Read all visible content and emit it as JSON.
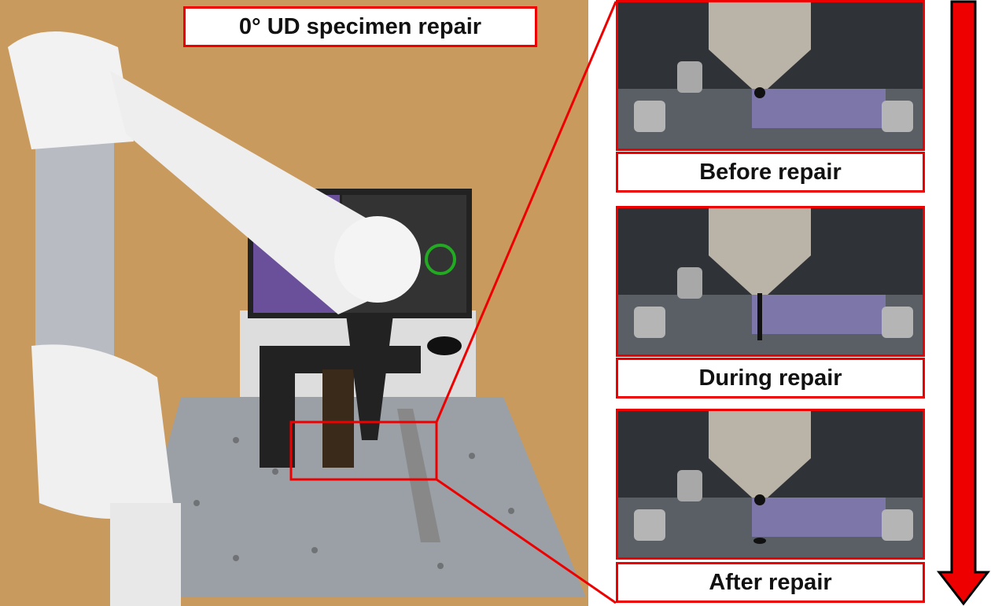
{
  "title": "0° UD specimen repair",
  "stages": [
    {
      "label": "Before repair"
    },
    {
      "label": "During repair"
    },
    {
      "label": "After repair"
    }
  ],
  "colors": {
    "accent": "#e00000",
    "background": "#c99a5e"
  }
}
